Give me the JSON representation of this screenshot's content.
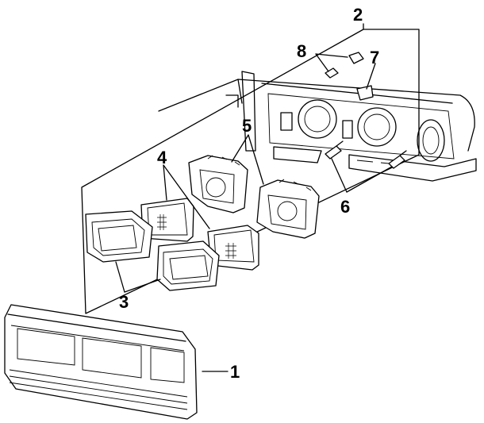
{
  "diagram": {
    "callouts": [
      {
        "id": "1",
        "label": "1",
        "part": "grille-panel"
      },
      {
        "id": "2",
        "label": "2",
        "part": "headlamp-assembly-group"
      },
      {
        "id": "3",
        "label": "3",
        "part": "headlamp-bezel"
      },
      {
        "id": "4",
        "label": "4",
        "part": "sealed-beam-headlamp"
      },
      {
        "id": "5",
        "label": "5",
        "part": "headlamp-mounting-ring"
      },
      {
        "id": "6",
        "label": "6",
        "part": "side-marker-bulb-socket"
      },
      {
        "id": "7",
        "label": "7",
        "part": "clip"
      },
      {
        "id": "8",
        "label": "8",
        "part": "bulb"
      }
    ]
  }
}
